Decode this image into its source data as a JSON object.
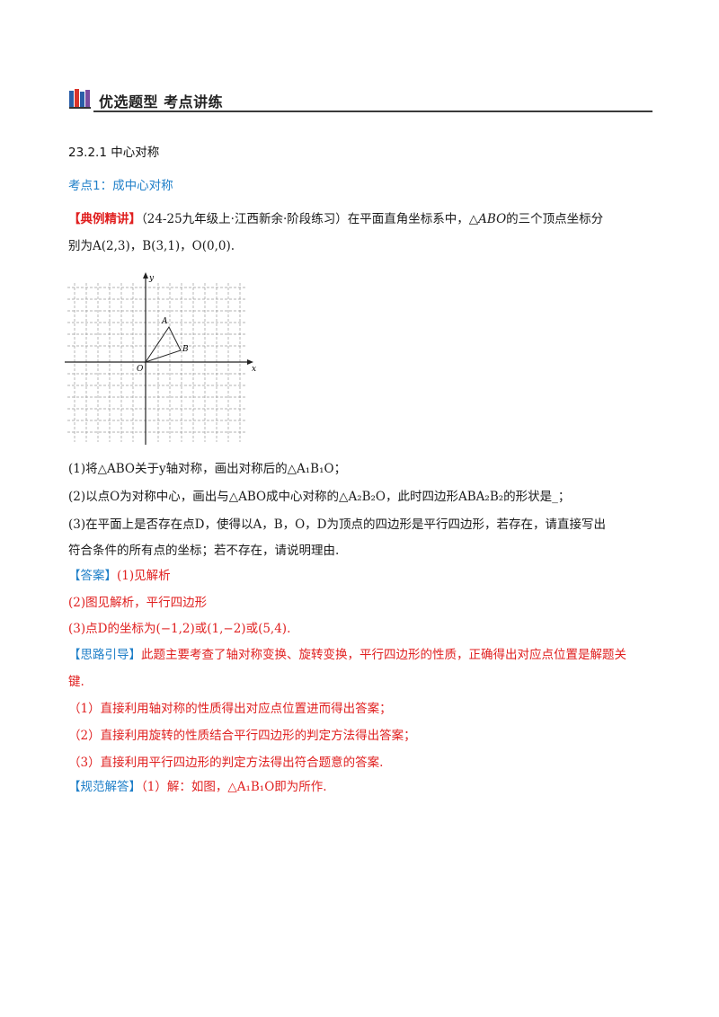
{
  "header": {
    "title": "优选题型  考点讲练"
  },
  "section_title": "23.2.1 中心对称",
  "kaodian": "考点1：成中心对称",
  "example": {
    "tag": "【典例精讲】",
    "source": "（24-25九年级上·江西新余·阶段练习）",
    "line1_text": "在平面直角坐标系中，",
    "tri_abo": "△ABO",
    "line1_tail": "的三个顶点坐标分",
    "line2": "别为A(2,3)，B(3,1)，O(0,0)."
  },
  "graph": {
    "label_x": "x",
    "label_y": "y",
    "label_o": "O",
    "label_a": "A",
    "label_b": "B"
  },
  "questions": {
    "q1": "(1)将△ABO关于y轴对称，画出对称后的△A₁B₁O；",
    "q2": "(2)以点O为对称中心，画出与△ABO成中心对称的△A₂B₂O，此时四边形ABA₂B₂的形状是_；",
    "q3_line1": "(3)在平面上是否存在点D，使得以A，B，O，D为顶点的四边形是平行四边形，若存在，请直接写出",
    "q3_line2": "符合条件的所有点的坐标；若不存在，请说明理由."
  },
  "answer": {
    "tag": "【答案】",
    "a1": "(1)见解析",
    "a2": "(2)图见解析，平行四边形",
    "a3": "(3)点D的坐标为(−1,2)或(1,−2)或(5,4)."
  },
  "hint": {
    "tag": "【思路引导】",
    "line1": "此题主要考查了轴对称变换、旋转变换，平行四边形的性质，正确得出对应点位置是解题关",
    "line2": "键.",
    "s1": "（1）直接利用轴对称的性质得出对应点位置进而得出答案；",
    "s2": "（2）直接利用旋转的性质结合平行四边形的判定方法得出答案；",
    "s3": "（3）直接利用平行四边形的判定方法得出符合题意的答案."
  },
  "solution": {
    "tag": "【规范解答】",
    "text": "（1）解：如图，△A₁B₁O即为所作."
  }
}
